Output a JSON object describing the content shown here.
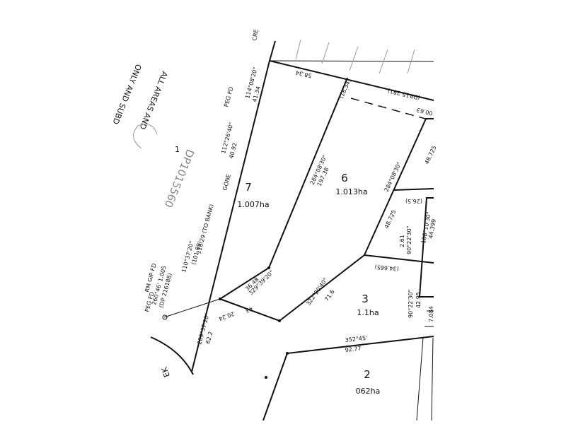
{
  "lots": [
    {
      "number": "7",
      "area": "1.007ha"
    },
    {
      "number": "6",
      "area": "1.013ha"
    },
    {
      "number": "3",
      "area": "1.1ha"
    },
    {
      "number": "2",
      "area": "062ha"
    }
  ],
  "bearings": {
    "b1": "110°37'20\"",
    "b1_len": "118.29 (TO BANK)",
    "b1_orig": "(101.89)",
    "b2": "112°26'40\"",
    "b2_len": "40.92",
    "b3": "114°08'20\"",
    "b3_len": "41.34",
    "b4": "284°08'30\"",
    "b4_len": "197.38",
    "b5": "284°08'30\"",
    "b5_len": "48.725",
    "b6": "322°20'40\"",
    "b6_len": "71.6",
    "b7": "329°39'20\"",
    "b7_len": "36.48",
    "b8": "289°37'20\"",
    "b8_len": "62.2",
    "b9": "352°45'",
    "b9_len": "92.77",
    "b10": "90°22'30\"",
    "b10_len": "42.95",
    "b11": "90°22'30\"",
    "b11_len": "2.61",
    "b12": "108°10'30\"",
    "b12_len": "44.399",
    "b13_len": "48.725",
    "b14_len": "(34.665)",
    "b15_len": "(26.5)",
    "b16_len": "(18.34)",
    "b17_len": "58.34",
    "b18": "(DP.15.281)",
    "b19_len": "00.63",
    "b20_len": "7.084",
    "b21_len": "20.24",
    "b22_len": "43"
  },
  "annotations": {
    "peg_top": "PEG FD",
    "peg_left": "PEG FD",
    "gone": "GONE",
    "rm_line1": "RM GIP FD",
    "rm_line2": "260°46' 1.005",
    "rm_line3": "(DP 216188)",
    "dp_ref": "DP1015560",
    "all_areas": "ALL AREAS AND",
    "only_and_sub": "ONLY AND SUBD",
    "road_end": "EK",
    "top_label": "CRE",
    "one": "1"
  }
}
